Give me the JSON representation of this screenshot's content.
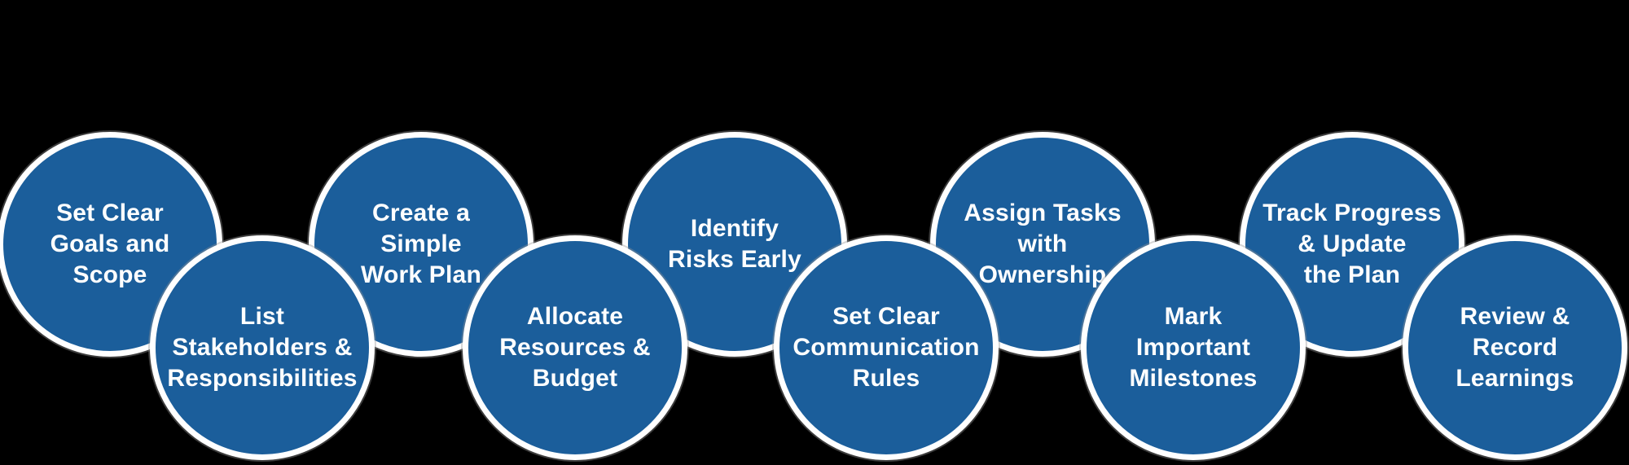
{
  "colors": {
    "background": "#000000",
    "circle_fill": "#1b5e9b",
    "circle_border": "#ffffff",
    "text": "#ffffff"
  },
  "diagram": {
    "type": "process-circles",
    "step_count": 10,
    "steps": [
      {
        "label": "Set Clear\nGoals and\nScope"
      },
      {
        "label": "List\nStakeholders &\nResponsibilities"
      },
      {
        "label": "Create a\nSimple\nWork Plan"
      },
      {
        "label": "Allocate\nResources &\nBudget"
      },
      {
        "label": "Identify\nRisks Early"
      },
      {
        "label": "Set Clear\nCommunication\nRules"
      },
      {
        "label": "Assign Tasks\nwith\nOwnership"
      },
      {
        "label": "Mark\nImportant\nMilestones"
      },
      {
        "label": "Track Progress\n& Update\nthe Plan"
      },
      {
        "label": "Review &\nRecord\nLearnings"
      }
    ]
  }
}
